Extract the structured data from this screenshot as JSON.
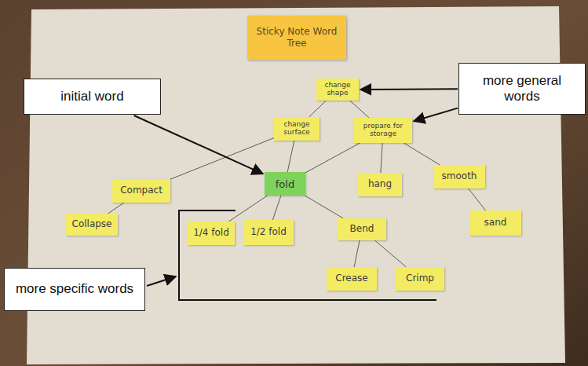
{
  "diagram": {
    "title": "Sticky Note Word Tree",
    "nodes": [
      {
        "text": [
          "initial word"
        ]
      },
      {
        "text": [
          "change shape"
        ]
      },
      {
        "text": [
          "more general words"
        ]
      },
      {
        "text": [
          "change surface"
        ]
      },
      {
        "text": [
          "prepare for storage"
        ]
      },
      {
        "text": [
          "Compact"
        ]
      },
      {
        "text": [
          "fold"
        ]
      },
      {
        "text": [
          "hang"
        ]
      },
      {
        "text": [
          "smooth"
        ]
      },
      {
        "text": [
          "Collapse"
        ]
      },
      {
        "text": [
          "1/4 fold"
        ]
      },
      {
        "text": [
          "1/2 fold"
        ]
      },
      {
        "text": [
          "Bend"
        ]
      },
      {
        "text": [
          "sand"
        ]
      },
      {
        "text": [
          "more specific words"
        ]
      },
      {
        "text": [
          "Crease"
        ]
      },
      {
        "text": [
          "Crimp"
        ]
      }
    ],
    "edges": [
      {
        "from": 1,
        "to": 3,
        "arrow": "none"
      },
      {
        "from": 1,
        "to": 4,
        "arrow": "none"
      },
      {
        "from": 3,
        "to": 5,
        "arrow": "none"
      },
      {
        "from": 3,
        "to": 6,
        "arrow": "none"
      },
      {
        "from": 4,
        "to": 6,
        "arrow": "none"
      },
      {
        "from": 4,
        "to": 7,
        "arrow": "none"
      },
      {
        "from": 4,
        "to": 8,
        "arrow": "none"
      },
      {
        "from": 5,
        "to": 9,
        "arrow": "none"
      },
      {
        "from": 6,
        "to": 10,
        "arrow": "none"
      },
      {
        "from": 6,
        "to": 11,
        "arrow": "none"
      },
      {
        "from": 6,
        "to": 12,
        "arrow": "none"
      },
      {
        "from": 8,
        "to": 13,
        "arrow": "none"
      },
      {
        "from": 12,
        "to": 15,
        "arrow": "none"
      },
      {
        "from": 12,
        "to": 16,
        "arrow": "none"
      },
      {
        "from": 0,
        "to": 6,
        "arrow": "to"
      },
      {
        "from": 2,
        "to": 1,
        "arrow": "to"
      },
      {
        "from": 2,
        "to": 4,
        "arrow": "to"
      }
    ]
  }
}
